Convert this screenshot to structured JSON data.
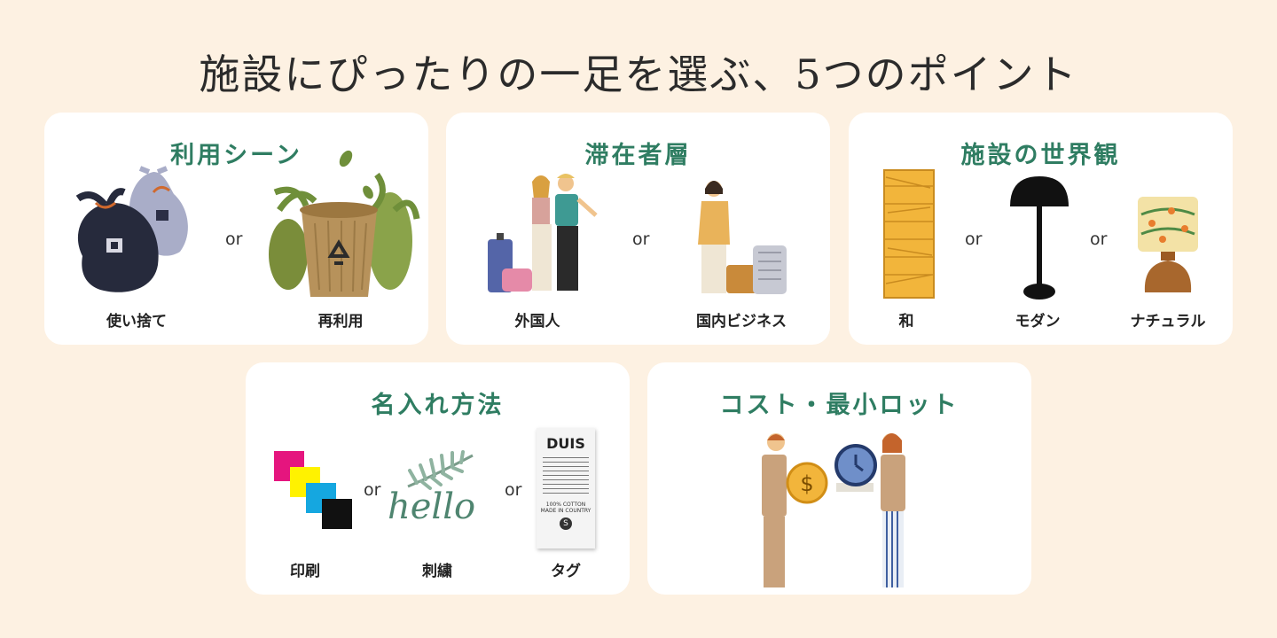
{
  "title": "施設にぴったりの一足を選ぶ、5つのポイント",
  "or": "or",
  "cards": [
    {
      "title": "利用シーン",
      "options": [
        "使い捨て",
        "再利用"
      ]
    },
    {
      "title": "滞在者層",
      "options": [
        "外国人",
        "国内ビジネス"
      ]
    },
    {
      "title": "施設の世界観",
      "options": [
        "和",
        "モダン",
        "ナチュラル"
      ]
    },
    {
      "title": "名入れ方法",
      "options": [
        "印刷",
        "刺繍",
        "タグ"
      ]
    },
    {
      "title": "コスト・最小ロット",
      "options": []
    }
  ],
  "embroidery_text": "hello",
  "tag": {
    "brand": "DUIS",
    "line1": "100% COTTON",
    "line2": "MADE IN COUNTRY"
  },
  "colors": {
    "background": "#fdf1e2",
    "card": "#ffffff",
    "accent": "#2f7d62"
  }
}
